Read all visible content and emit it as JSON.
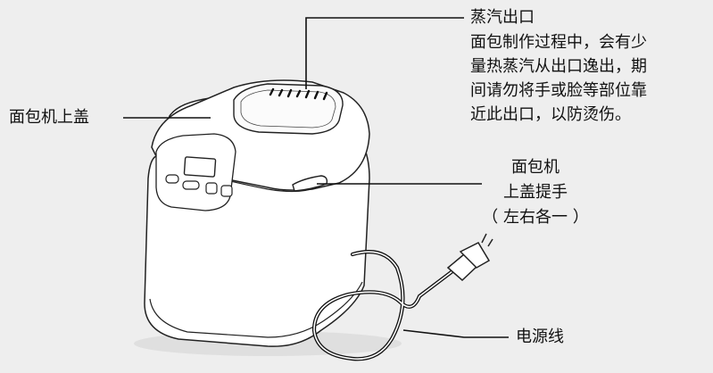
{
  "callouts": {
    "lid": "面包机上盖",
    "steam_title": "蒸汽出口",
    "steam_desc": [
      "面包制作过程中，会有少",
      "量热蒸汽从出口逸出，期",
      "间请勿将手或脸等部位靠",
      "近此出口，以防烫伤。"
    ],
    "handle": [
      "面包机",
      "上盖提手",
      "（ 左右各一 ）"
    ],
    "cord": "电源线"
  },
  "colors": {
    "background": "#eeeeee",
    "body_fill": "#ffffff",
    "line": "#222222",
    "shadow": "#d8d8d8"
  }
}
